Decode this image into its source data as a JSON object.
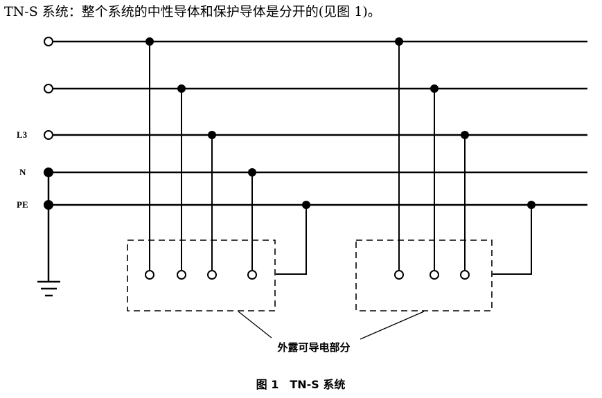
{
  "header_text": "TN-S 系统：整个系统的中性导体和保护导体是分开的(见图 1)。",
  "conductor_labels": {
    "l1": "",
    "l2": "",
    "l3": "L3",
    "n": "N",
    "pe": "PE"
  },
  "annotation": "外露可导电部分",
  "figure_caption": "图 1　TN-S 系统"
}
